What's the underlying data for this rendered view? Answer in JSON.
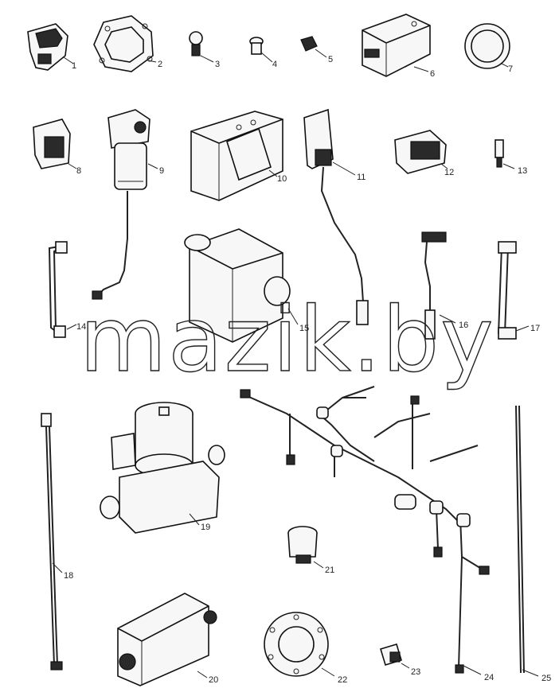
{
  "watermark": "mazik.by",
  "parts": [
    "1",
    "2",
    "3",
    "4",
    "5",
    "6",
    "7",
    "8",
    "9",
    "10",
    "11",
    "12",
    "13",
    "14",
    "15",
    "16",
    "17",
    "18",
    "19",
    "20",
    "21",
    "22",
    "23",
    "24",
    "25"
  ]
}
